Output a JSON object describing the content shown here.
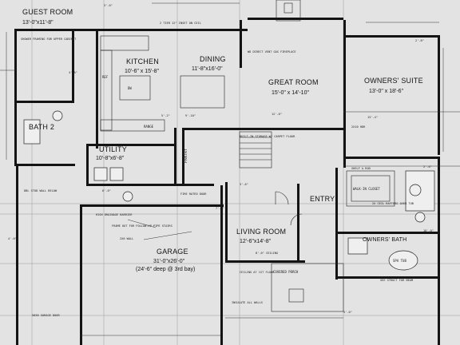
{
  "plan": {
    "rooms": [
      {
        "id": "guest-room",
        "label": "GUEST ROOM",
        "dims": "13'-0\"x11'-8\""
      },
      {
        "id": "kitchen",
        "label": "KITCHEN",
        "dims": "10'-6\" x 15'-8\""
      },
      {
        "id": "dining",
        "label": "DINING",
        "dims": "11'-8\"x16'-0\""
      },
      {
        "id": "great-room",
        "label": "GREAT ROOM",
        "dims": "15'-0\" x 14'-10\""
      },
      {
        "id": "owners-suite",
        "label": "OWNERS' SUITE",
        "dims": "13'-0\" x 18'-6\""
      },
      {
        "id": "bath-2",
        "label": "BATH 2",
        "dims": ""
      },
      {
        "id": "utility",
        "label": "UTILITY",
        "dims": "10'-8\"x6'-8\""
      },
      {
        "id": "entry",
        "label": "ENTRY",
        "dims": ""
      },
      {
        "id": "living-room",
        "label": "LIVING ROOM",
        "dims": "12'-6\"x14'-8\""
      },
      {
        "id": "garage",
        "label": "GARAGE",
        "dims": "31'-0\"x26'-0\""
      },
      {
        "id": "owners-bath",
        "label": "OWNERS' BATH",
        "dims": ""
      }
    ],
    "garage_note": "(24'-6\" deep @ 3rd bay)",
    "small_labels": {
      "pantry": "PANTRY",
      "spa_tub": "SPA TUB",
      "walk_in_closet": "WALK-IN CLOSET",
      "covered_porch": "COVERED PORCH",
      "shelf_rod": "SHELF & ROD",
      "dishwasher": "DW",
      "refrigerator": "REF",
      "range": "RANGE"
    },
    "notes": [
      "2 TIER 12\" INSET ON CEIL",
      "SHOWER FRAMING FOR UPPER CABINET",
      "2X CEIL RAFTERS OVER TUB",
      "WD DIRECT VENT GAS FIREPLACE",
      "HIGH DRAINAGE BARRIER",
      "FRAME OUT FOR FOLLOW-UP PIPE STAIRS",
      "2X6 WALL",
      "BUILT-IN STORAGE W/ CARPET FLOOR",
      "CEILING AT 1ST FLOOR",
      "DBL STUD WALL BELOW",
      "5050 GARAGE DOOR",
      "INSULATE ALL WALLS",
      "FIRE RATED DOOR",
      "SEE STRUCT FOR BEAM",
      "8'-0\" CEILING",
      "2X10 HDR"
    ],
    "dimensions": [
      "3'-0\"",
      "4'-6\"",
      "5'-2\"",
      "9'-10\"",
      "12'-6\"",
      "2'-8\"",
      "13'-4\"",
      "6'-0\"",
      "3'-6\"",
      "7'-2\"",
      "2'-6\"",
      "4'-0\"",
      "10'-0\"",
      "5'-0\""
    ]
  }
}
